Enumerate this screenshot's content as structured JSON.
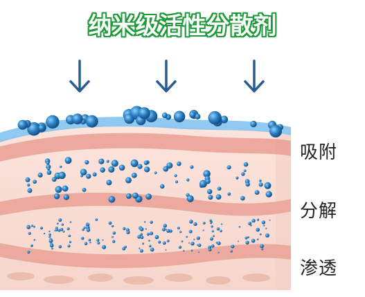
{
  "title": "纳米级活性分散剂",
  "layers": [
    {
      "label": "吸附"
    },
    {
      "label": "分解"
    },
    {
      "label": "渗透"
    }
  ],
  "colors": {
    "title_text": "#ffffff",
    "title_outline": "#1f9a3a",
    "arrow": "#2a5d8f",
    "molecule": "#2b7fc0",
    "film": "#6fb3e6",
    "skin_light": "#f7dcd3",
    "skin_band": "#e9a79b"
  },
  "icons": [
    "down-arrow-icon",
    "molecule-icon"
  ]
}
